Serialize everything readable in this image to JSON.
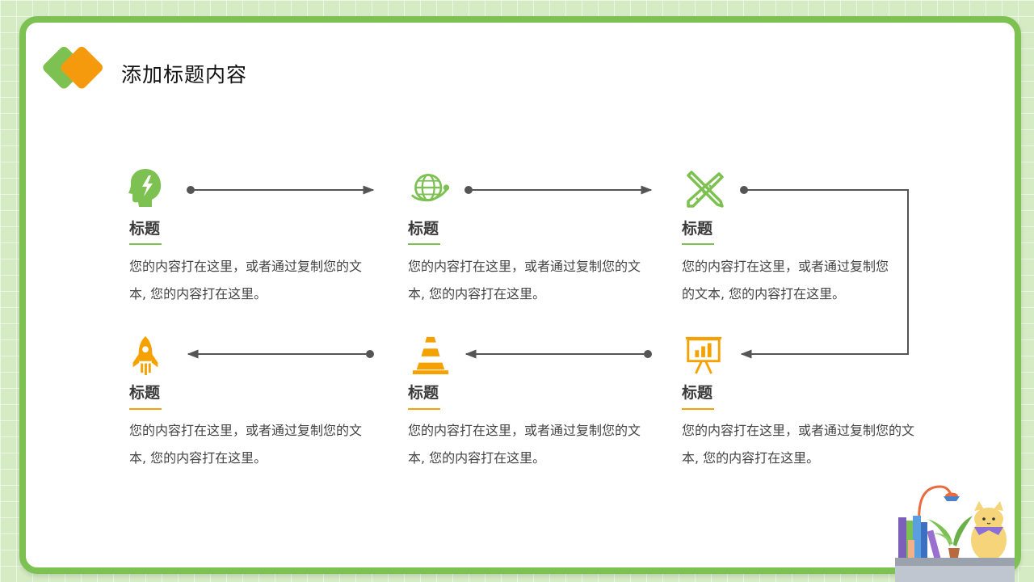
{
  "page": {
    "title": "添加标题内容"
  },
  "colors": {
    "green": "#7dc153",
    "orange": "#f5a200",
    "connector": "#555555"
  },
  "steps": [
    {
      "icon": "head-idea-icon",
      "heading": "标题",
      "text": "您的内容打在这里，或者通过复制您的文本, 您的内容打在这里。"
    },
    {
      "icon": "globe-icon",
      "heading": "标题",
      "text": "您的内容打在这里，或者通过复制您的文本, 您的内容打在这里。"
    },
    {
      "icon": "pencil-ruler-icon",
      "heading": "标题",
      "text": "您的内容打在这里，或者通过复制您的文本, 您的内容打在这里。"
    },
    {
      "icon": "rocket-icon",
      "heading": "标题",
      "text": "您的内容打在这里，或者通过复制您的文本, 您的内容打在这里。"
    },
    {
      "icon": "traffic-cone-icon",
      "heading": "标题",
      "text": "您的内容打在这里，或者通过复制您的文本, 您的内容打在这里。"
    },
    {
      "icon": "presentation-board-icon",
      "heading": "标题",
      "text": "您的内容打在这里，或者通过复制您的文本, 您的内容打在这里。"
    }
  ],
  "decoration": {
    "icon": "desk-books-cat-illustration"
  }
}
